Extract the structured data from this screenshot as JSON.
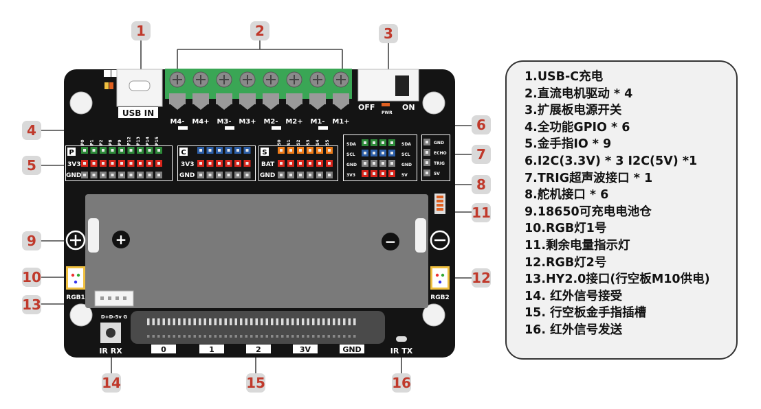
{
  "board": {
    "usb_label": "USB IN",
    "switch_off": "OFF",
    "switch_on": "ON",
    "switch_pwr": "PWR",
    "motor_labels": [
      "M4-",
      "M4+",
      "M3-",
      "M3+",
      "M2-",
      "M2+",
      "M1-",
      "M1+"
    ],
    "p_header": {
      "tag": "P",
      "pins": [
        "P0",
        "P1",
        "P2",
        "P8",
        "P9",
        "P12",
        "P13",
        "P14",
        "P15"
      ],
      "row2": "3V3",
      "row3": "GND"
    },
    "c_header": {
      "tag": "C",
      "row2": "3V3",
      "row3": "GND"
    },
    "s_header": {
      "tag": "S",
      "pins": [
        "S0",
        "S1",
        "S2",
        "S3",
        "S4",
        "S5"
      ],
      "row2": "BAT",
      "row3": "GND"
    },
    "i2c_left": [
      "SDA",
      "SCL",
      "GND",
      "3V3"
    ],
    "i2c_right": [
      "SDA",
      "SCL",
      "GND",
      "5V"
    ],
    "sonar": [
      "GND",
      "ECHO",
      "TRIG",
      "5V"
    ],
    "battery_plus": "+",
    "battery_minus": "−",
    "rgb1": "RGB1",
    "rgb2": "RGB2",
    "hy_pins": "D+D-5v G",
    "ir_rx": "IR RX",
    "ir_tx": "IR TX",
    "edge_pads": [
      "0",
      "1",
      "2",
      "3V",
      "GND"
    ]
  },
  "callouts": [
    "1",
    "2",
    "3",
    "4",
    "5",
    "6",
    "7",
    "8",
    "9",
    "10",
    "11",
    "12",
    "13",
    "14",
    "15",
    "16"
  ],
  "legend": [
    "1.USB-C充电",
    "2.直流电机驱动 * 4",
    "3.扩展板电源开关",
    "4.全功能GPIO * 6",
    "5.金手指IO * 9",
    "6.I2C(3.3V) * 3 I2C(5V) *1",
    "7.TRIG超声波接口 * 1",
    "8.舵机接口 * 6",
    "9.18650可充电电池仓",
    "10.RGB灯1号",
    "11.剩余电量指示灯",
    "12.RGB灯2号",
    "13.HY2.0接口(行空板M10供电)",
    "14. 红外信号接受",
    "15. 行空板金手指插槽",
    "16. 红外信号发送"
  ],
  "colors": {
    "board": "#141414",
    "callout_bg": "#d9d9d9",
    "callout_text": "#c0392b",
    "terminal": "#3aa655",
    "pin_green": "#2e8b3a",
    "pin_red": "#d9261c",
    "pin_blue": "#2d5fa8",
    "pin_orange": "#f07d1a",
    "pin_gray": "#7f7f7f"
  }
}
